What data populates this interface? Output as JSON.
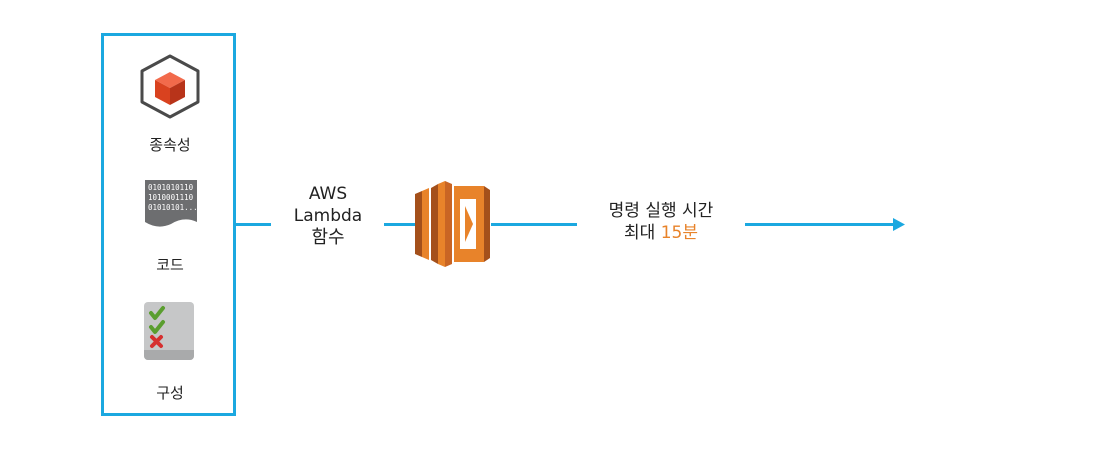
{
  "package": {
    "items": [
      {
        "label": "종속성",
        "icon": "dependency-cube-icon"
      },
      {
        "label": "코드",
        "icon": "binary-code-icon"
      },
      {
        "label": "구성",
        "icon": "checklist-icon"
      }
    ],
    "code_lines": [
      "0101010110",
      "1010001110",
      "01010101..."
    ],
    "border_color": "#1ba8e0"
  },
  "function_label": {
    "line1": "AWS",
    "line2": "Lambda",
    "line3": "함수"
  },
  "lambda_icon": "aws-lambda-icon",
  "execution": {
    "line1": "명령 실행 시간",
    "prefix": "최대 ",
    "value": "15분"
  },
  "colors": {
    "accent": "#1ba8e0",
    "lambda_orange": "#e8832a",
    "cube_red": "#e8492b"
  }
}
